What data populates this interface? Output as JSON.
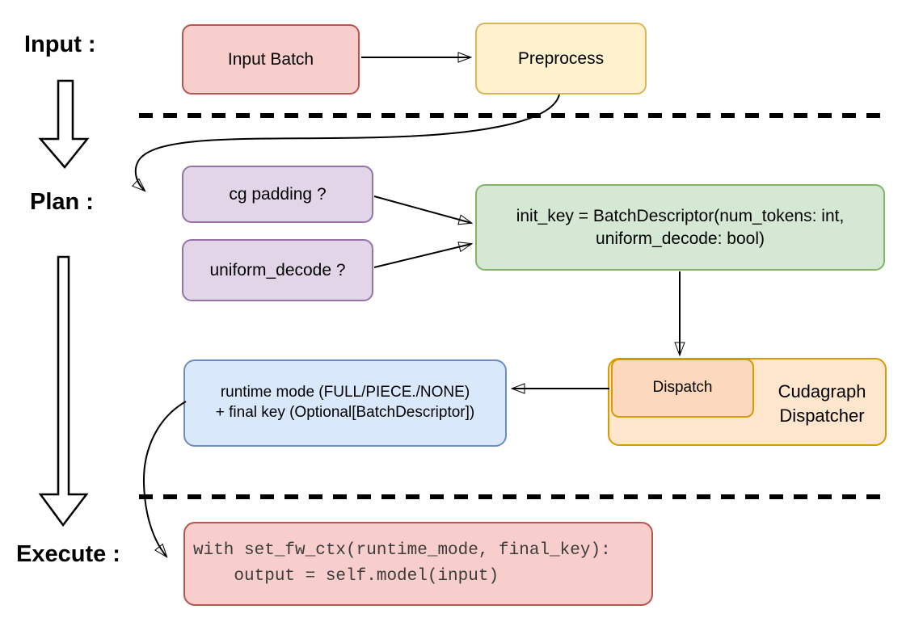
{
  "stage_labels": {
    "input": "Input :",
    "plan": "Plan :",
    "execute": "Execute :"
  },
  "nodes": {
    "input_batch": {
      "label": "Input Batch",
      "fill": "#f8cecc",
      "stroke": "#b85450"
    },
    "preprocess": {
      "label": "Preprocess",
      "fill": "#fff2cc",
      "stroke": "#d6b656"
    },
    "cg_padding": {
      "label": "cg padding ?",
      "fill": "#e1d5e7",
      "stroke": "#9673a6"
    },
    "uniform_decode": {
      "label": "uniform_decode ?",
      "fill": "#e1d5e7",
      "stroke": "#9673a6"
    },
    "init_key": {
      "line1": "init_key = BatchDescriptor(num_tokens: int,",
      "line2": "uniform_decode: bool)",
      "fill": "#d5e8d4",
      "stroke": "#82b366"
    },
    "dispatch": {
      "label": "Dispatch",
      "fill": "#fcd8bc",
      "stroke": "#d79b00"
    },
    "cudagraph": {
      "label": "Cudagraph Dispatcher",
      "fill": "#ffe6cc",
      "stroke": "#d79b00"
    },
    "runtime_mode": {
      "line1": "runtime mode (FULL/PIECE./NONE)",
      "line2": "+ final key (Optional[BatchDescriptor])",
      "fill": "#dae8fc",
      "stroke": "#6c8ebf"
    },
    "execute_code": {
      "line1": "with set_fw_ctx(runtime_mode, final_key):",
      "line2": "    output = self.model(input)",
      "fill": "#f8cecc",
      "stroke": "#b85450"
    }
  },
  "connector_color": "#000000"
}
